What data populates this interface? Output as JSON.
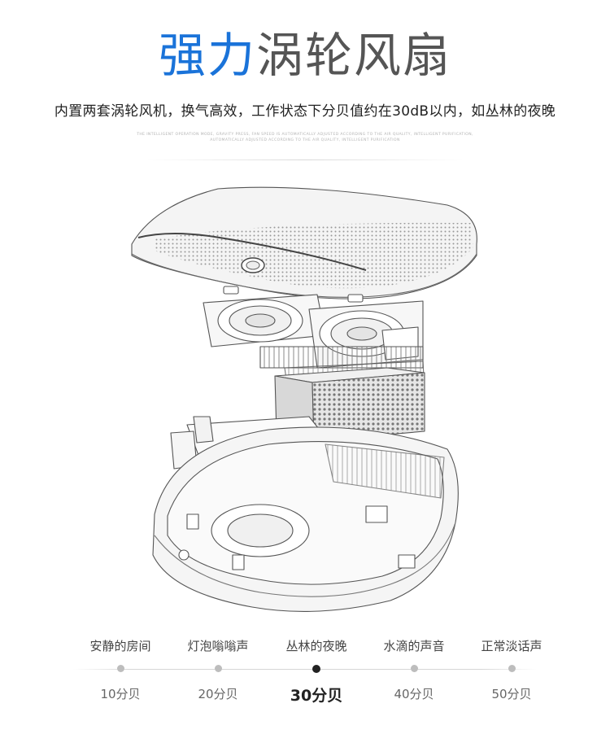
{
  "header": {
    "title_highlight": "强力",
    "title_rest": "涡轮风扇",
    "subtitle": "内置两套涡轮风机，换气高效，工作状态下分贝值约在30dB以内，如丛林的夜晚",
    "fine_print_line1": "THE INTELLIGENT OPERATION MODE, GRAVITY PRESS, FAN SPEED IS AUTOMATICALLY ADJUSTED ACCORDING TO THE AIR QUALITY, INTELLIGENT PURIFICATION,",
    "fine_print_line2": "AUTOMATICALLY ADJUSTED ACCORDING TO THE AIR QUALITY, INTELLIGENT PURIFICATION"
  },
  "noise_scale": {
    "active_index": 2,
    "stops": [
      {
        "label": "安静的房间",
        "value": "10分贝"
      },
      {
        "label": "灯泡嗡嗡声",
        "value": "20分贝"
      },
      {
        "label": "丛林的夜晚",
        "value": "30分贝"
      },
      {
        "label": "水滴的声音",
        "value": "40分贝"
      },
      {
        "label": "正常淡话声",
        "value": "50分贝"
      }
    ]
  },
  "colors": {
    "accent": "#1a73d9",
    "active_dot": "#222222",
    "inactive_dot": "#bdbdbd"
  }
}
